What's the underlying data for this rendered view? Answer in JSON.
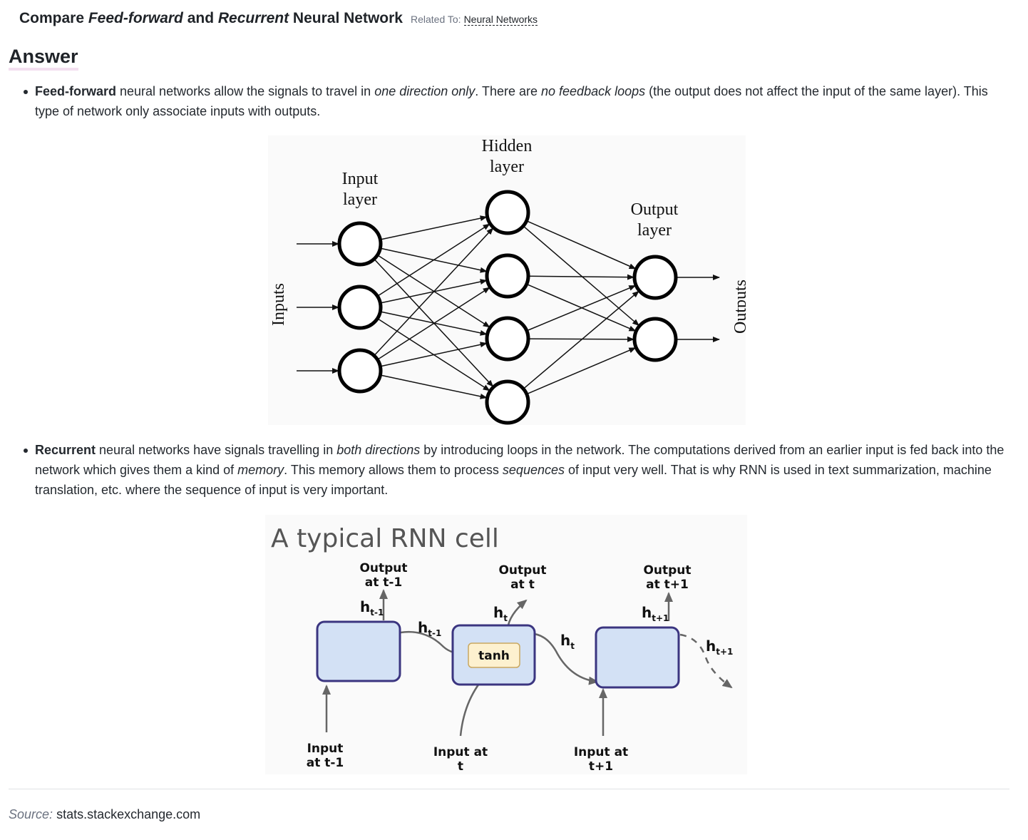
{
  "question": {
    "prefix": "Compare ",
    "ff_italic": "Feed-forward",
    "and": " and ",
    "rec_italic": "Recurrent",
    "suffix": " Neural Network",
    "related_label": "Related To:",
    "related_link": "Neural Networks"
  },
  "answer_heading": "Answer",
  "feedforward": {
    "term": "Feed-forward",
    "t1": " neural networks allow the signals to travel in ",
    "em1": "one direction only",
    "t2": ". There are ",
    "em2": "no feedback loops",
    "t3": " (the output does not affect the input of the same layer). This type of network only associate inputs with outputs."
  },
  "ff_diagram": {
    "input_layer": [
      "Input",
      "layer"
    ],
    "hidden_layer": [
      "Hidden",
      "layer"
    ],
    "output_layer": [
      "Output",
      "layer"
    ],
    "inputs_label": "Inputs",
    "outputs_label": "Outputs"
  },
  "recurrent": {
    "term": "Recurrent",
    "t1": " neural networks have signals travelling in ",
    "em1": "both directions",
    "t2": " by introducing loops in the network. The computations derived from an earlier input is fed back into the network which gives them a kind of ",
    "em2": "memory",
    "t3": ". This memory allows them to process ",
    "em3": "sequences",
    "t4": " of input very well. That is why RNN is used in text summarization, machine translation, etc. where the sequence of input is very important."
  },
  "rnn_diagram": {
    "title": "A typical RNN cell",
    "out_prev": [
      "Output",
      "at t-1"
    ],
    "out_cur": [
      "Output",
      "at t"
    ],
    "out_next": [
      "Output",
      "at t+1"
    ],
    "in_prev": [
      "Input",
      "at t-1"
    ],
    "in_cur": [
      "Input at",
      "t"
    ],
    "in_next": [
      "Input at",
      "t+1"
    ],
    "h": "h",
    "sub_prev": "t-1",
    "sub_cur": "t",
    "sub_next": "t+1",
    "tanh": "tanh",
    "colors": {
      "cell_fill": "#d3e1f5",
      "cell_stroke": "#3b3580",
      "tanh_fill": "#fdf1cf",
      "tanh_stroke": "#c9a860",
      "arrow": "#666666"
    }
  },
  "source": {
    "label": "Source:",
    "site": "stats.stackexchange.com"
  }
}
